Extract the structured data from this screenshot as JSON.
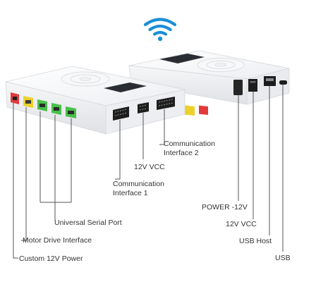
{
  "colors": {
    "wifi": "#1a8fd6",
    "device_body": "#f1f2f4",
    "device_edge": "#d5d7db",
    "screen": "#2a2d33",
    "port_red": "#e23a3a",
    "port_yellow": "#ecd12a",
    "port_green": "#48c04a",
    "port_black": "#1d1d1d",
    "leader_line": "#555555",
    "text": "#333333"
  },
  "icons": {
    "wifi": "wifi-icon"
  },
  "labels": {
    "comm_interface_2": {
      "line1": "Communication",
      "line2": "Interface 2"
    },
    "vcc_12v_left": "12V VCC",
    "comm_interface_1": {
      "line1": "Communication",
      "line2": "Interface 1"
    },
    "universal_serial_port": "Universal Serial Port",
    "motor_drive_interface": "Motor Drive Interface",
    "custom_12v_power": "Custom 12V Power",
    "power_12v": "POWER -12V",
    "vcc_12v_right": "12V VCC",
    "usb_host": "USB Host",
    "usb": "USB"
  }
}
